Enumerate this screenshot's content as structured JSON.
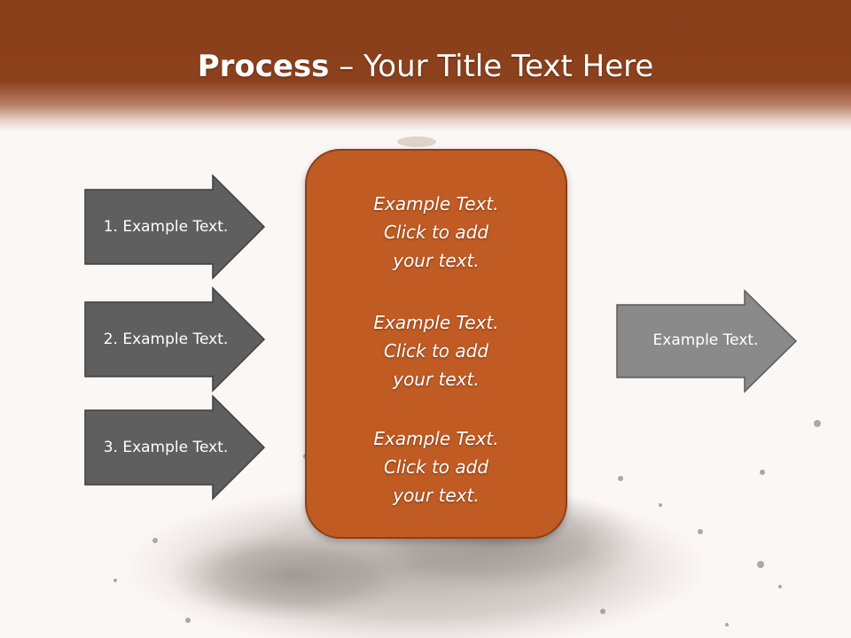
{
  "title": {
    "bold": "Process",
    "rest": " – Your Title Text Here"
  },
  "left_arrows": [
    {
      "label": "1. Example Text."
    },
    {
      "label": "2. Example Text."
    },
    {
      "label": "3. Example Text."
    }
  ],
  "center_box": {
    "blocks": [
      {
        "line1": "Example Text.",
        "line2": "Click  to add",
        "line3": "your text."
      },
      {
        "line1": "Example Text.",
        "line2": "Click  to add",
        "line3": "your text."
      },
      {
        "line1": "Example Text.",
        "line2": "Click  to add",
        "line3": "your text."
      }
    ]
  },
  "right_arrow": {
    "label": "Example Text."
  },
  "colors": {
    "header": "#8c411d",
    "box_fill": "#c05b24",
    "box_border": "#8e3e19",
    "left_arrow_fill": "#5f5f5f",
    "right_arrow_fill": "#8a8a8a"
  }
}
